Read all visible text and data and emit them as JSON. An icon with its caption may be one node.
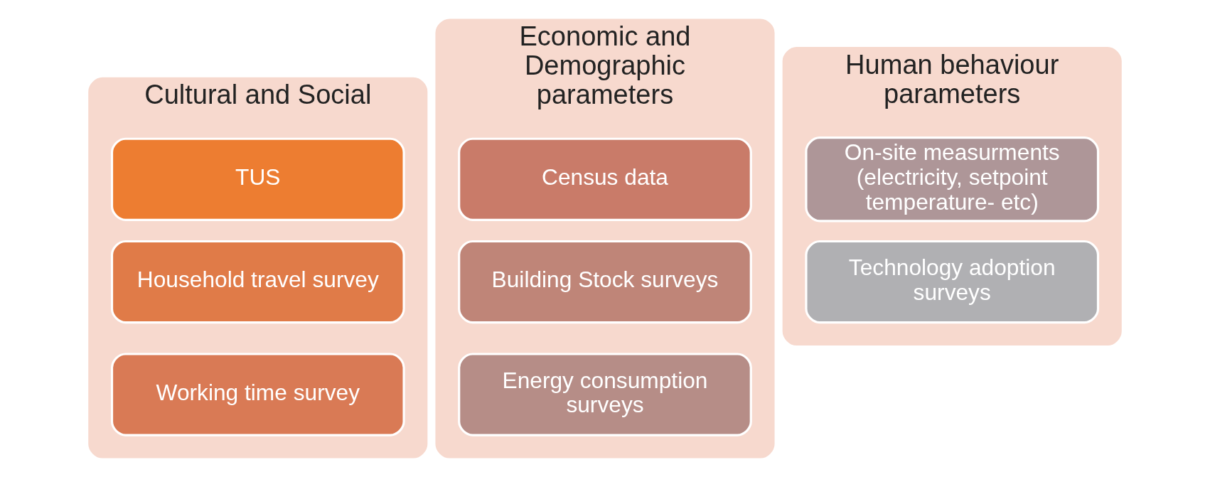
{
  "diagram": {
    "nodes": [
      {
        "text": [
          "Cultural and Social"
        ]
      },
      {
        "text": [
          "TUS"
        ],
        "in": 0
      },
      {
        "text": [
          "Household travel survey"
        ],
        "in": 0
      },
      {
        "text": [
          "Working time survey"
        ],
        "in": 0
      },
      {
        "text": [
          "Economic and Demographic parameters"
        ]
      },
      {
        "text": [
          "Census data"
        ],
        "in": 4
      },
      {
        "text": [
          "Building Stock surveys"
        ],
        "in": 4
      },
      {
        "text": [
          "Energy consumption surveys"
        ],
        "in": 4
      },
      {
        "text": [
          "Human behaviour parameters"
        ]
      },
      {
        "text": [
          "On-site measurments",
          "(electricity, setpoint temperature- etc)"
        ],
        "in": 8
      },
      {
        "text": [
          "Technology adoption surveys"
        ],
        "in": 8
      }
    ]
  }
}
